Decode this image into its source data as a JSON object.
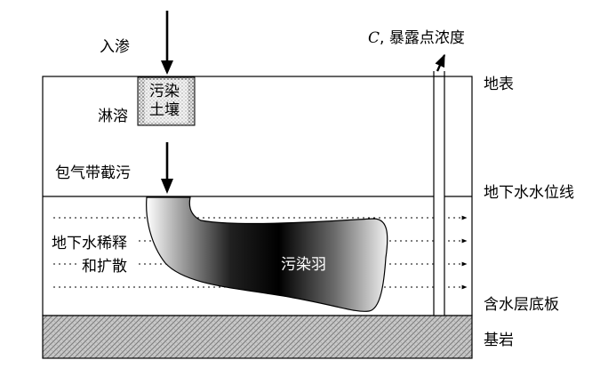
{
  "labels": {
    "infiltration": "入渗",
    "leaching": "淋溶",
    "polluted_soil_line1": "污染",
    "polluted_soil_line2": "土壤",
    "vadose_retention": "包气带截污",
    "groundwater_dilution_line1": "地下水稀释",
    "groundwater_dilution_line2": "和扩散",
    "plume": "污染羽",
    "exposure_symbol": "C",
    "exposure_text": ", 暴露点浓度",
    "ground_surface": "地表",
    "water_table": "地下水水位线",
    "aquifer_bottom": "含水层底板",
    "bedrock": "基岩"
  }
}
